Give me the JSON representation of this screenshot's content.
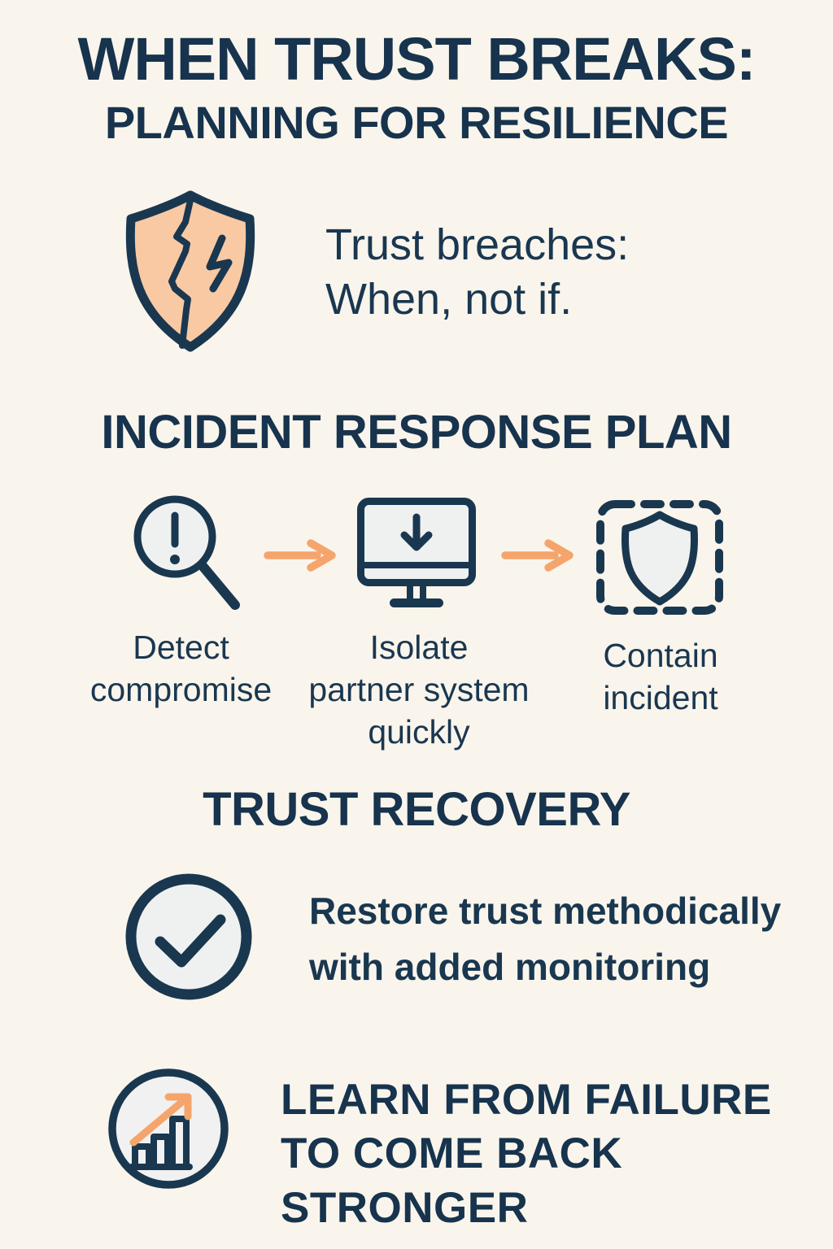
{
  "palette": {
    "background": "#F9F5EC",
    "navy": "#1A3750",
    "orange": "#F5A56B",
    "peach": "#F9C9A3",
    "icon_gray": "#EFF1F1"
  },
  "header": {
    "title": "WHEN TRUST BREAKS:",
    "subtitle": "PLANNING FOR RESILIENCE"
  },
  "intro": {
    "icon": "cracked-shield-icon",
    "text": "Trust breaches:\nWhen, not if."
  },
  "incident_plan": {
    "heading": "INCIDENT RESPONSE PLAN",
    "steps": [
      {
        "icon": "magnifier-alert-icon",
        "label": "Detect\ncompromise"
      },
      {
        "icon": "monitor-download-icon",
        "label": "Isolate\npartner system\nquickly"
      },
      {
        "icon": "contained-shield-icon",
        "label": "Contain\nincident"
      }
    ]
  },
  "recovery": {
    "heading": "TRUST RECOVERY",
    "icon": "check-circle-icon",
    "text": "Restore trust methodically\nwith added monitoring"
  },
  "conclusion": {
    "icon": "growth-chart-icon",
    "text": "LEARN FROM FAILURE\nTO COME BACK\nSTRONGER"
  }
}
